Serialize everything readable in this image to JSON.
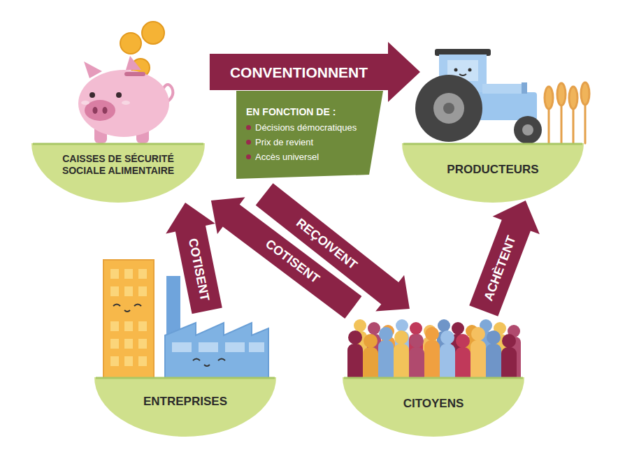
{
  "diagram": {
    "nodes": [
      {
        "text": [
          "CAISSES DE SÉCURITÉ SOCIALE ALIMENTAIRE"
        ]
      },
      {
        "text": [
          "EN FONCTION DE :",
          "Décisions démocratiques",
          "Prix de revient",
          "Accès universel"
        ]
      },
      {
        "text": [
          "PRODUCTEURS"
        ]
      },
      {
        "text": [
          "ENTREPRISES"
        ]
      },
      {
        "text": [
          "CITOYENS"
        ]
      }
    ],
    "edges": [
      {
        "from": 0,
        "to": 2,
        "label": "CONVENTIONNENT",
        "arrow": "to"
      },
      {
        "from": 3,
        "to": 0,
        "label": "COTISENT",
        "arrow": "to"
      },
      {
        "from": 4,
        "to": 0,
        "label": "COTISENT",
        "arrow": "to"
      },
      {
        "from": 0,
        "to": 4,
        "label": "REÇOIVENT",
        "arrow": "to"
      },
      {
        "from": 4,
        "to": 2,
        "label": "ACHÈTENT",
        "arrow": "to"
      }
    ]
  }
}
